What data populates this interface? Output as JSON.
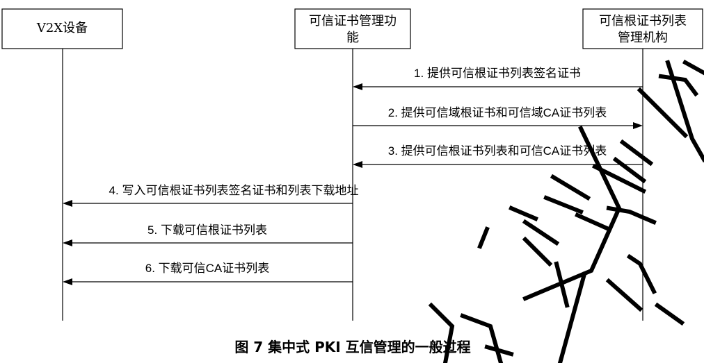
{
  "participants": [
    {
      "id": "v2x",
      "lines": [
        "V2X设备"
      ]
    },
    {
      "id": "tcm",
      "lines": [
        "可信证书管理功",
        "能"
      ]
    },
    {
      "id": "rcl",
      "lines": [
        "可信根证书列表",
        "管理机构"
      ]
    }
  ],
  "messages": [
    {
      "label": "1. 提供可信根证书列表签名证书",
      "from": "rcl",
      "to": "tcm"
    },
    {
      "label": "2. 提供可信域根证书和可信域CA证书列表",
      "from": "tcm",
      "to": "rcl"
    },
    {
      "label": "3. 提供可信根证书列表和可信CA证书列表",
      "from": "rcl",
      "to": "tcm"
    },
    {
      "label": "4. 写入可信根证书列表签名证书和列表下载地址",
      "from": "tcm",
      "to": "v2x"
    },
    {
      "label": "5. 下载可信根证书列表",
      "from": "tcm",
      "to": "v2x"
    },
    {
      "label": "6. 下载可信CA证书列表",
      "from": "tcm",
      "to": "v2x"
    }
  ],
  "caption": "图 7 集中式 PKI 互信管理的一般过程"
}
